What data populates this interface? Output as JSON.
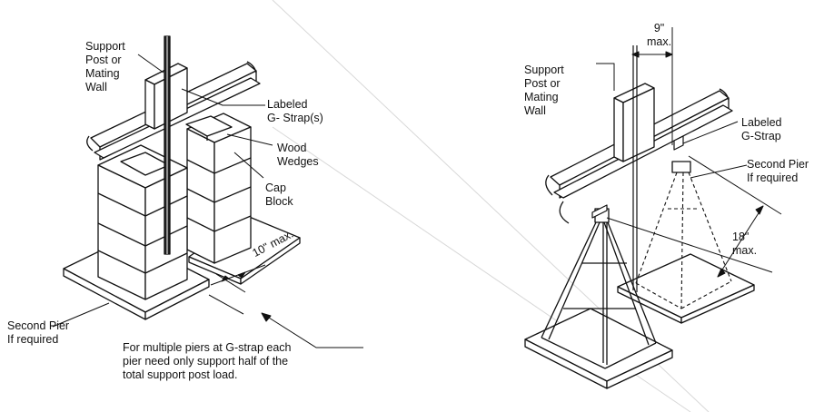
{
  "left_figure": {
    "support_post": [
      "Support",
      "Post or",
      "Mating",
      "Wall"
    ],
    "labeled_gstrap": [
      "Labeled",
      "G- Strap(s)"
    ],
    "wood_wedges": [
      "Wood",
      "Wedges"
    ],
    "cap_block": [
      "Cap",
      "Block"
    ],
    "dimension": "10\" max.",
    "second_pier": [
      "Second Pier",
      "If required"
    ],
    "note": [
      "For multiple piers at G-strap each",
      "pier need only support half of the",
      "total support post load."
    ]
  },
  "right_figure": {
    "support_post": [
      "Support",
      "Post or",
      "Mating",
      "Wall"
    ],
    "top_dimension": [
      "9\"",
      "max."
    ],
    "labeled_gstrap": [
      "Labeled",
      "G-Strap"
    ],
    "second_pier": [
      "Second Pier",
      "If required"
    ],
    "side_dimension": [
      "18\"",
      "max."
    ]
  }
}
